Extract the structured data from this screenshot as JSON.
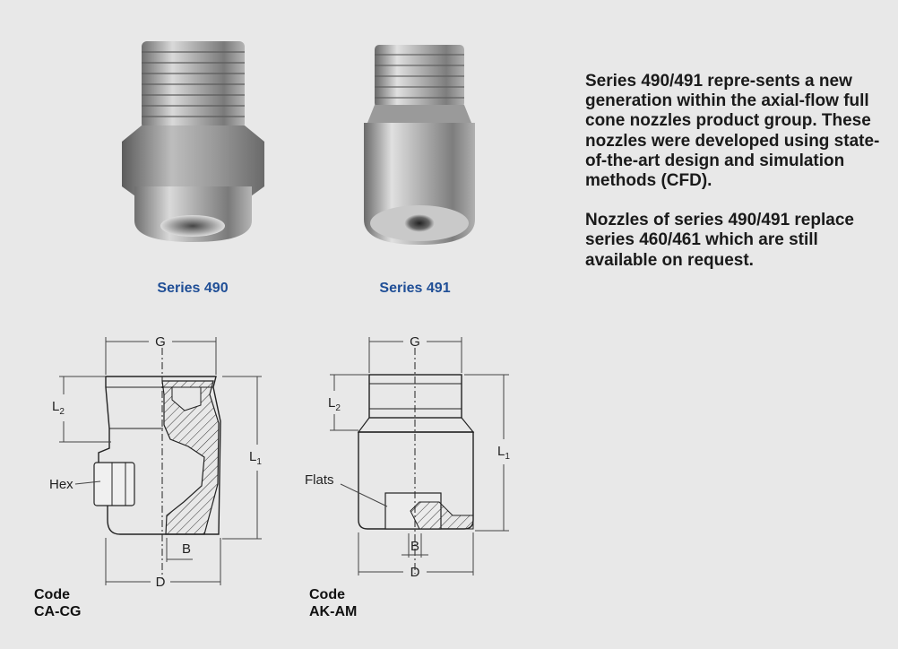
{
  "products": [
    {
      "series_label": "Series 490",
      "code_title": "Code",
      "code_value": "CA-CG"
    },
    {
      "series_label": "Series 491",
      "code_title": "Code",
      "code_value": "AK-AM"
    }
  ],
  "dimensions": {
    "g": "G",
    "l": "L",
    "sub1": "1",
    "sub2": "2",
    "b": "B",
    "d": "D",
    "hex": "Hex",
    "flats": "Flats"
  },
  "description": {
    "paragraph1": "Series 490/491 repre-sents a new generation within the axial-flow full cone nozzles product group. These nozzles were developed using state-of-the-art design and simulation methods (CFD).",
    "paragraph2": "Nozzles of series 490/491 replace series 460/461 which are still available on request."
  },
  "colors": {
    "background": "#e8e8e8",
    "series_label": "#1f4e96",
    "text": "#1a1a1a"
  }
}
